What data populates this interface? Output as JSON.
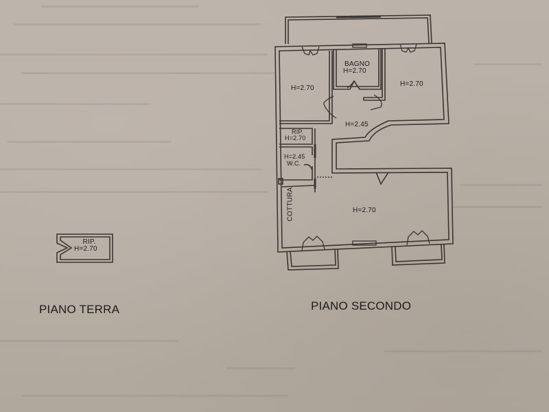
{
  "drawing": {
    "type": "floor-plan",
    "colors": {
      "paper": "#b8afa5",
      "line": "#3a3632",
      "text": "#1e1c1a"
    },
    "floors": [
      {
        "name": "PIANO TERRA",
        "rooms": [
          {
            "name": "RIP.",
            "height": "H=2.70"
          }
        ]
      },
      {
        "name": "PIANO SECONDO",
        "rooms": [
          {
            "name": "",
            "height": "H=2.70",
            "position": "top-left bedroom"
          },
          {
            "name": "BAGNO",
            "height": "H=2.70"
          },
          {
            "name": "",
            "height": "H=2.70",
            "position": "top-right bedroom"
          },
          {
            "name": "",
            "height": "H=2.45",
            "position": "hallway"
          },
          {
            "name": "RIP.",
            "height": "H=2.70"
          },
          {
            "name": "W.C.",
            "height": "H=2.45"
          },
          {
            "name": "COTTURA",
            "height": ""
          },
          {
            "name": "",
            "height": "H=2.70",
            "position": "living room"
          }
        ]
      }
    ]
  }
}
